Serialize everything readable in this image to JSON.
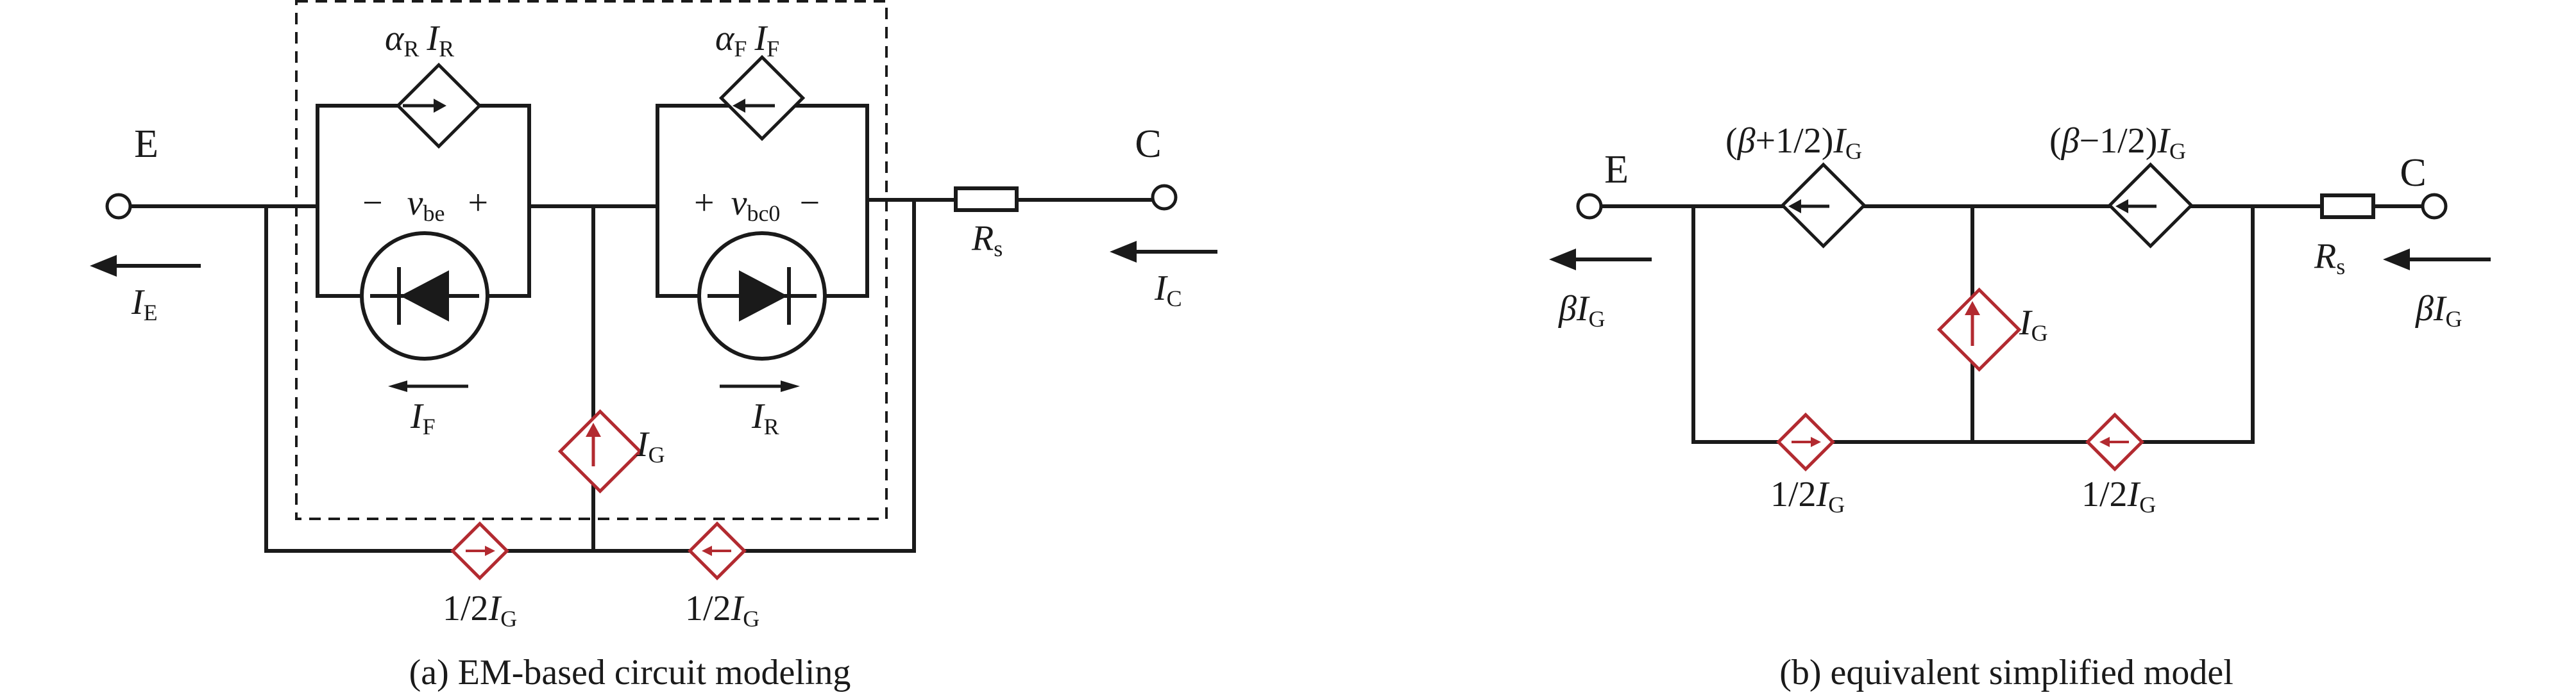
{
  "panel_a": {
    "caption": "(a) EM-based circuit modeling",
    "terminal_e": "E",
    "terminal_c": "C",
    "alpha_r_label": "α",
    "alpha_r_sub": "R",
    "alpha_r_cur": "I",
    "alpha_r_cur_sub": "R",
    "alpha_f_label": "α",
    "alpha_f_sub": "F",
    "alpha_f_cur": "I",
    "alpha_f_cur_sub": "F",
    "vbe_minus": "−",
    "vbe_v": "v",
    "vbe_sub": "be",
    "vbe_plus": "+",
    "vbc_plus": "+",
    "vbc_v": "v",
    "vbc_sub": "bc0",
    "vbc_minus": "−",
    "rs": "R",
    "rs_sub": "s",
    "ie": "I",
    "ie_sub": "E",
    "ic": "I",
    "ic_sub": "C",
    "if": "I",
    "if_sub": "F",
    "ir": "I",
    "ir_sub": "R",
    "ig": "I",
    "ig_sub": "G",
    "half_left_pre": "1/2",
    "half_left_i": "I",
    "half_left_sub": "G",
    "half_right_pre": "1/2",
    "half_right_i": "I",
    "half_right_sub": "G"
  },
  "panel_b": {
    "caption": "(b) equivalent simplified model",
    "terminal_e": "E",
    "terminal_c": "C",
    "left_src_open": "(",
    "left_src_beta": "β",
    "left_src_rest": "+1/2)",
    "left_src_i": "I",
    "left_src_sub": "G",
    "right_src_open": "(",
    "right_src_beta": "β",
    "right_src_rest": "−1/2)",
    "right_src_i": "I",
    "right_src_sub": "G",
    "ig": "I",
    "ig_sub": "G",
    "rs": "R",
    "rs_sub": "s",
    "beta_e": "β",
    "beta_e_i": "I",
    "beta_e_sub": "G",
    "beta_c": "β",
    "beta_c_i": "I",
    "beta_c_sub": "G",
    "half_left_pre": "1/2",
    "half_left_i": "I",
    "half_left_sub": "G",
    "half_right_pre": "1/2",
    "half_right_i": "I",
    "half_right_sub": "G"
  }
}
